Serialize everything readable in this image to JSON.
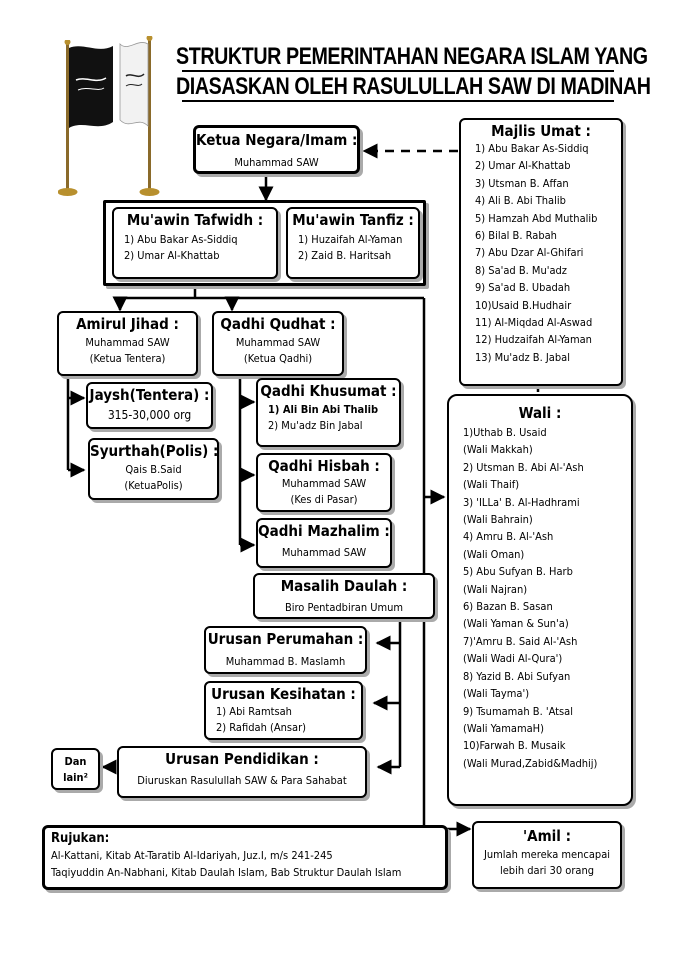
{
  "title": {
    "line1": "STRUKTUR PEMERINTAHAN NEGARA ISLAM YANG",
    "line2": "DIASASKAN OLEH RASULULLAH SAW DI MADINAH"
  },
  "ketua": {
    "heading": "Ketua Negara/Imam :",
    "name": "Muhammad SAW"
  },
  "majlis": {
    "heading": "Majlis Umat :",
    "members": [
      "1) Abu Bakar As-Siddiq",
      "2) Umar Al-Khattab",
      "3) Utsman B. Affan",
      "4) Ali B. Abi Thalib",
      "5) Hamzah Abd Muthalib",
      "6) Bilal B. Rabah",
      "7) Abu Dzar Al-Ghifari",
      "8) Sa'ad B. Mu'adz",
      "9) Sa'ad B. Ubadah",
      "10)Usaid B.Hudhair",
      "11) Al-Miqdad Al-Aswad",
      "12) Hudzaifah Al-Yaman",
      "13) Mu'adz B. Jabal"
    ]
  },
  "tafwidh": {
    "heading": "Mu'awin Tafwidh :",
    "items": [
      "1) Abu Bakar As-Siddiq",
      "2) Umar Al-Khattab"
    ]
  },
  "tanfiz": {
    "heading": "Mu'awin Tanfiz :",
    "items": [
      "1) Huzaifah Al-Yaman",
      "2) Zaid B. Haritsah"
    ]
  },
  "amirul": {
    "heading": "Amirul Jihad :",
    "name": "Muhammad SAW",
    "role": "(Ketua Tentera)"
  },
  "jaysh": {
    "heading": "Jaysh(Tentera) :",
    "detail": "315-30,000 org"
  },
  "syurthah": {
    "heading": "Syurthah(Polis) :",
    "name": "Qais B.Said",
    "role": "(KetuaPolis)"
  },
  "qudhat": {
    "heading": "Qadhi Qudhat :",
    "name": "Muhammad SAW",
    "role": "(Ketua Qadhi)"
  },
  "khusumat": {
    "heading": "Qadhi Khusumat :",
    "items": [
      "1) Ali Bin Abi Thalib",
      "2) Mu'adz Bin Jabal"
    ]
  },
  "hisbah": {
    "heading": "Qadhi Hisbah :",
    "name": "Muhammad SAW",
    "role": "(Kes di Pasar)"
  },
  "mazhalim": {
    "heading": "Qadhi Mazhalim :",
    "name": "Muhammad SAW"
  },
  "masalih": {
    "heading": "Masalih Daulah :",
    "detail": "Biro Pentadbiran Umum"
  },
  "perumahan": {
    "heading": "Urusan Perumahan :",
    "detail": "Muhammad B. Maslamh"
  },
  "kesihatan": {
    "heading": "Urusan Kesihatan :",
    "items": [
      "1) Abi Ramtsah",
      "2) Rafidah (Ansar)"
    ]
  },
  "pendidikan": {
    "heading": "Urusan Pendidikan :",
    "detail": "Diuruskan Rasulullah SAW & Para Sahabat"
  },
  "danlain": {
    "line1": "Dan",
    "line2": "lain²"
  },
  "wali": {
    "heading": "Wali :",
    "items": [
      "1)Uthab B. Usaid",
      "(Wali Makkah)",
      "2) Utsman B. Abi Al-'Ash",
      "(Wali Thaif)",
      "3) 'ILLa' B. Al-Hadhrami",
      "(Wali Bahrain)",
      "4) Amru B. Al-'Ash",
      "(Wali Oman)",
      "5) Abu Sufyan B. Harb",
      "(Wali Najran)",
      "6) Bazan B. Sasan",
      "(Wali Yaman & Sun'a)",
      "7)'Amru B. Said Al-'Ash",
      "(Wali Wadi Al-Qura')",
      "8) Yazid B. Abi Sufyan",
      "(Wali Tayma')",
      "9) Tsumamah B. 'Atsal",
      "(Wali YamamaH)",
      "10)Farwah B. Musaik",
      "(Wali Murad,Zabid&Madhij)"
    ]
  },
  "amil": {
    "heading": "'Amil :",
    "line1": "Jumlah mereka mencapai",
    "line2": "lebih dari 30 orang"
  },
  "rujukan": {
    "heading": "Rujukan:",
    "ref1": "Al-Kattani, Kitab At-Taratib Al-Idariyah, Juz.I, m/s 241-245",
    "ref2": "Taqiyuddin An-Nabhani, Kitab Daulah Islam, Bab Struktur Daulah Islam"
  }
}
